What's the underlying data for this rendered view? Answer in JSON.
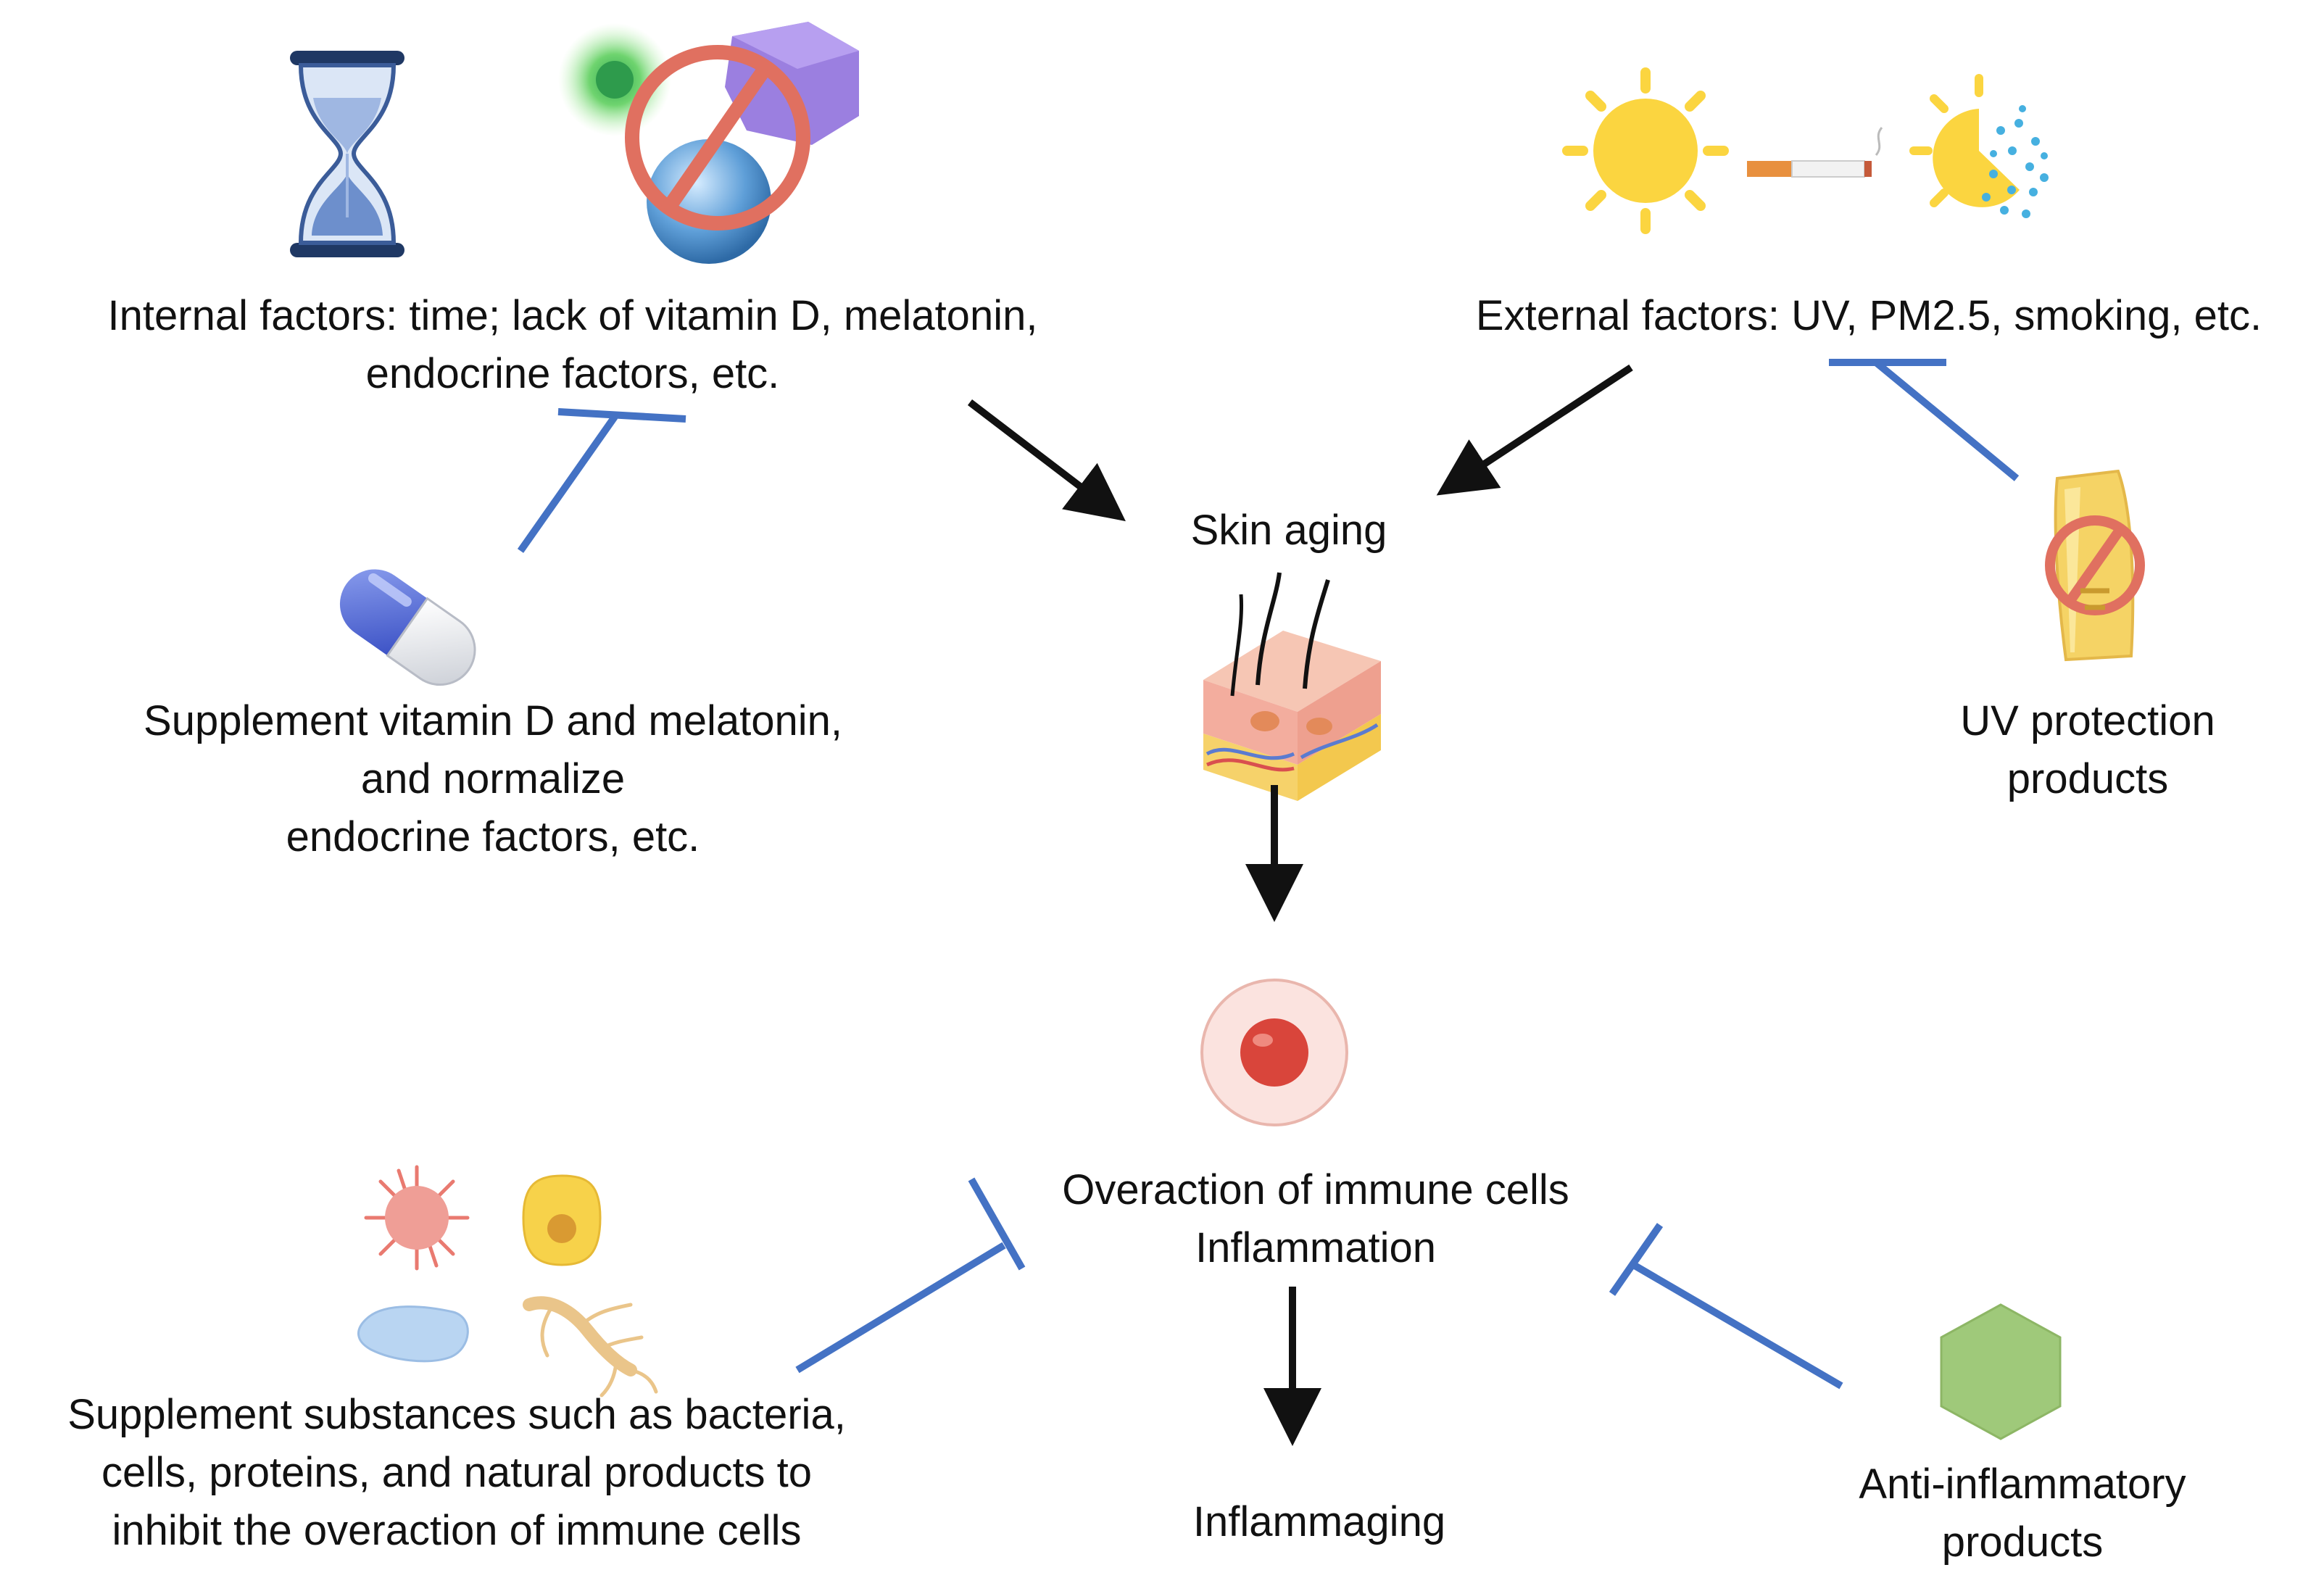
{
  "nodes": {
    "internal": {
      "lines": [
        "Internal  factors: time; lack of vitamin  D, melatonin,",
        "endocrine  factors,  etc."
      ]
    },
    "external": {
      "lines": [
        "External  factors: UV, PM2.5,  smoking,  etc."
      ]
    },
    "supplement_vd": {
      "lines": [
        "Supplement vitamin  D and  melatonin,",
        "and normalize",
        "endocrine  factors, etc."
      ]
    },
    "uv_protection": {
      "lines": [
        "UV protection",
        "products"
      ]
    },
    "skin_aging": {
      "lines": [
        "Skin aging"
      ]
    },
    "overaction": {
      "lines": [
        "Overaction  of immune  cells",
        "Inflammation"
      ]
    },
    "supplement_subst": {
      "lines": [
        "Supplement  substances  such as bacteria,",
        "cells, proteins,  and natural  products  to",
        "inhibit the overaction  of immune  cells"
      ]
    },
    "anti_inflammatory": {
      "lines": [
        "Anti-inflammatory",
        "products"
      ]
    },
    "inflammaging": {
      "lines": [
        "Inflammaging"
      ]
    }
  },
  "icons": [
    "hourglass-icon",
    "no-vitamin-molecules-icon",
    "sun-icon",
    "cigarette-icon",
    "sun-particles-icon",
    "capsule-icon",
    "sunscreen-icon",
    "skin-section-icon",
    "immune-cell-icon",
    "bacteria-icon",
    "cell-icon",
    "protein-icon",
    "ginseng-icon",
    "hexagon-product-icon"
  ],
  "colors": {
    "arrow": "#111111",
    "inhibitor": "#4472c4"
  }
}
